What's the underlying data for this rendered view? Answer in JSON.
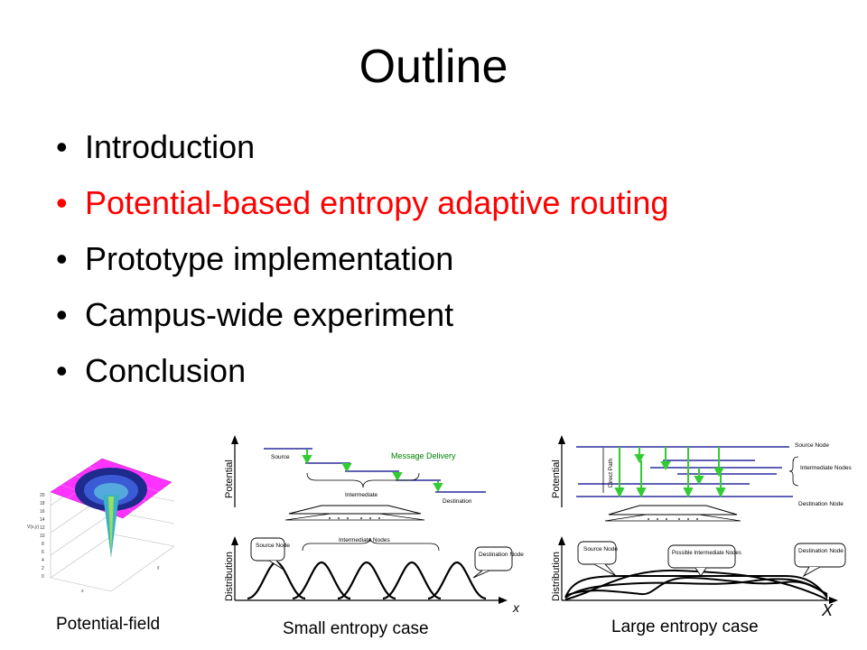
{
  "slide": {
    "title": "Outline",
    "bullets": [
      {
        "label": "Introduction",
        "highlighted": false
      },
      {
        "label": "Potential-based entropy adaptive routing",
        "highlighted": true
      },
      {
        "label": "Prototype implementation",
        "highlighted": false
      },
      {
        "label": "Campus-wide experiment",
        "highlighted": false
      },
      {
        "label": "Conclusion",
        "highlighted": false
      }
    ],
    "highlight_color": "#ff0000"
  },
  "figures": {
    "potential_field": {
      "caption": "Potential-field",
      "z_label": "V(x,y)",
      "x_label": "x",
      "y_label": "y",
      "z_ticks": [
        "20",
        "18",
        "16",
        "14",
        "12",
        "10",
        "8",
        "6",
        "4",
        "2",
        "0"
      ]
    },
    "small_entropy": {
      "caption": "Small entropy case",
      "potential_axis": "Potential",
      "distribution_axis": "Distribution",
      "source_label": "Source",
      "message_label": "Message Delivery",
      "intermediate_label": "Intermediate",
      "destination_label": "Destination",
      "intermediate_nodes_label": "Intermediate Nodes",
      "source_node_label": "Source Node",
      "destination_node_label": "Destination Node",
      "x_axis_label": "x"
    },
    "large_entropy": {
      "caption": "Large entropy case",
      "potential_axis": "Potential",
      "distribution_axis": "Distribution",
      "direct_path_label": "Direct Path",
      "source_node_label": "Source Node",
      "intermediate_nodes_label": "Intermediate Nodes",
      "destination_node_label": "Destination Node",
      "source_bubble": "Source Node",
      "possible_nodes_bubble": "Possible Intermediate Nodes",
      "destination_bubble": "Destination Node",
      "x_axis_label": "X"
    }
  },
  "colors": {
    "level_line": "#00008b",
    "arrow_green": "#33cc33",
    "surface_magenta": "#ff33ff",
    "surface_blue": "#1e2a8c"
  }
}
